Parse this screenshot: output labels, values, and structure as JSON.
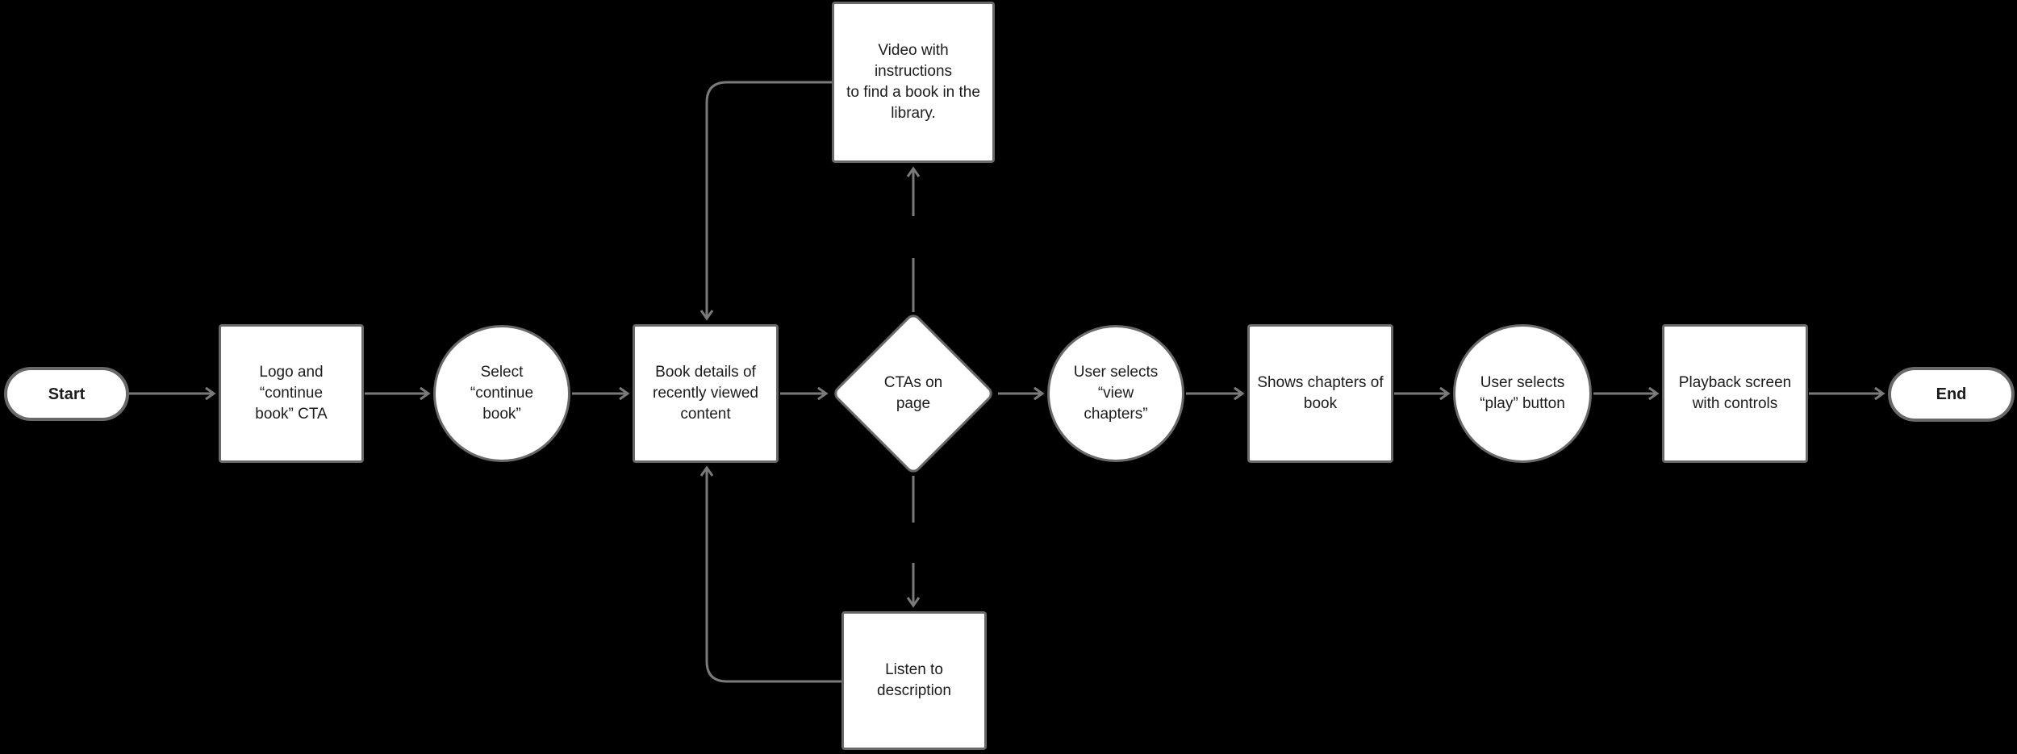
{
  "canvas": {
    "background": "#000000",
    "shape_fill": "#ffffff",
    "shape_border": "#696969",
    "connector_color": "#7a7a7a",
    "text_color": "#1c1c1c"
  },
  "nodes": {
    "start": {
      "type": "terminator",
      "label": "Start"
    },
    "logo_cta": {
      "type": "process",
      "label": "Logo and “continue\nbook” CTA"
    },
    "select_continue": {
      "type": "step",
      "label": "Select\n“continue\nbook”"
    },
    "book_details": {
      "type": "process",
      "label": "Book details of\nrecently viewed\ncontent"
    },
    "ctas_on_page": {
      "type": "decision",
      "label": "CTAs on\npage"
    },
    "video_instructions": {
      "type": "process",
      "label": "Video with instructions\nto find a book in the\nlibrary."
    },
    "listen_description": {
      "type": "process",
      "label": "Listen to\ndescription"
    },
    "view_chapters": {
      "type": "step",
      "label": "User selects\n“view\nchapters”"
    },
    "shows_chapters": {
      "type": "process",
      "label": "Shows chapters of\nbook"
    },
    "play_button": {
      "type": "step",
      "label": "User selects\n“play” button"
    },
    "playback": {
      "type": "process",
      "label": "Playback screen\nwith controls"
    },
    "end": {
      "type": "terminator",
      "label": "End"
    }
  },
  "edges": [
    {
      "from": "start",
      "to": "logo_cta"
    },
    {
      "from": "logo_cta",
      "to": "select_continue"
    },
    {
      "from": "select_continue",
      "to": "book_details"
    },
    {
      "from": "book_details",
      "to": "ctas_on_page"
    },
    {
      "from": "ctas_on_page",
      "to": "view_chapters"
    },
    {
      "from": "view_chapters",
      "to": "shows_chapters"
    },
    {
      "from": "shows_chapters",
      "to": "play_button"
    },
    {
      "from": "play_button",
      "to": "playback"
    },
    {
      "from": "playback",
      "to": "end"
    },
    {
      "from": "ctas_on_page",
      "to": "video_instructions"
    },
    {
      "from": "video_instructions",
      "to": "book_details"
    },
    {
      "from": "ctas_on_page",
      "to": "listen_description"
    },
    {
      "from": "listen_description",
      "to": "book_details"
    }
  ]
}
